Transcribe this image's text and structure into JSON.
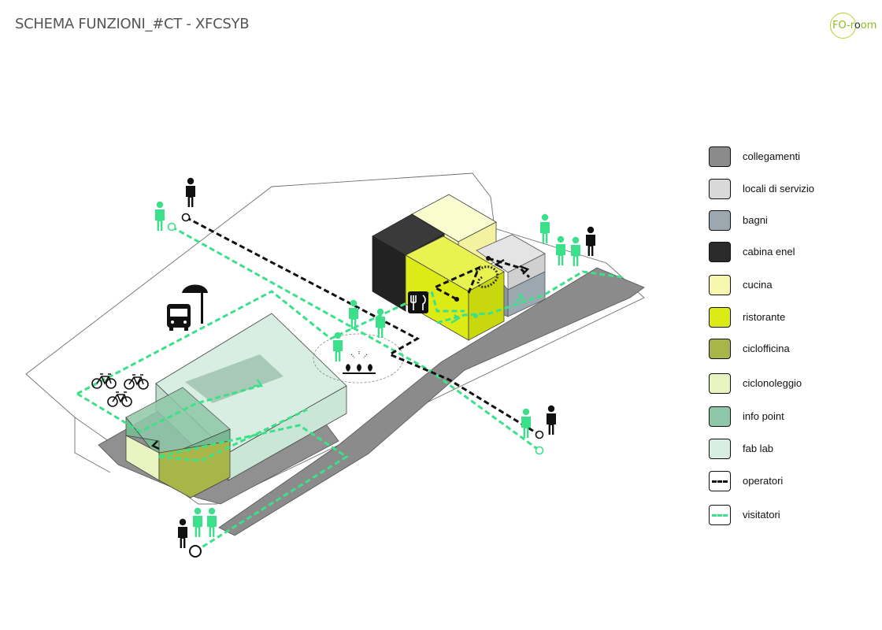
{
  "header": {
    "title": "SCHEMA FUNZIONI_#CT - XFCSYB",
    "logo_prefix": "FO-",
    "logo_mid": "r",
    "logo_o": "o",
    "logo_suffix": "om"
  },
  "legend": {
    "items": [
      {
        "label": "collegamenti",
        "color": "#8b8b8b",
        "kind": "fill"
      },
      {
        "label": "locali di servizio",
        "color": "#d9d9d9",
        "kind": "fill"
      },
      {
        "label": "bagni",
        "color": "#9ba8b0",
        "kind": "fill"
      },
      {
        "label": "cabina enel",
        "color": "#2b2b2b",
        "kind": "fill"
      },
      {
        "label": "cucina",
        "color": "#f7f7b0",
        "kind": "fill"
      },
      {
        "label": "ristorante",
        "color": "#dcea16",
        "kind": "fill"
      },
      {
        "label": "ciclofficina",
        "color": "#a8b548",
        "kind": "fill"
      },
      {
        "label": "ciclonoleggio",
        "color": "#e8f5c0",
        "kind": "fill"
      },
      {
        "label": "info point",
        "color": "#8fc8a8",
        "kind": "fill"
      },
      {
        "label": "fab lab",
        "color": "#d8eee2",
        "kind": "fill"
      },
      {
        "label": "operatori",
        "color": "#111111",
        "kind": "line"
      },
      {
        "label": "visitatori",
        "color": "#3de08a",
        "kind": "line"
      }
    ]
  },
  "colors": {
    "operator_path": "#111111",
    "visitor_path": "#3de08a",
    "ramp": "#8b8b8b",
    "person_operator": "#111111",
    "person_visitor": "#3de08a"
  },
  "icons": [
    "bus-icon",
    "bus-stop-icon",
    "bicycle-icon",
    "restaurant-icon",
    "garden-icon",
    "spiral-staircase-icon",
    "person-icon"
  ]
}
